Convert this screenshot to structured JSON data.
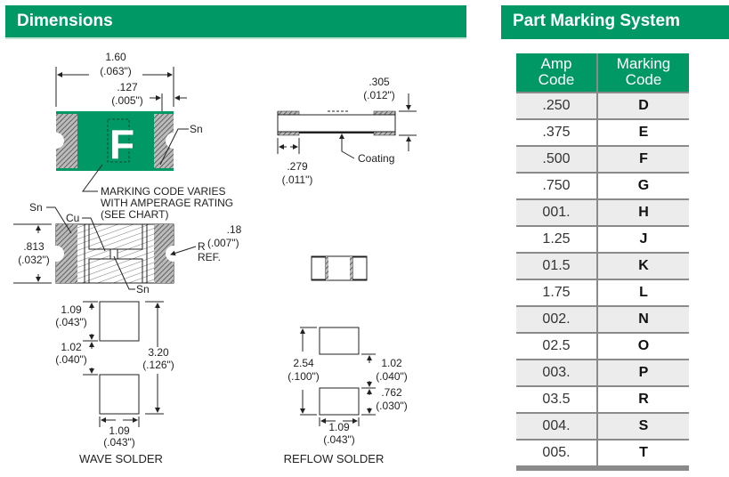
{
  "dimensions": {
    "title": "Dimensions",
    "top_view": {
      "length_mm": "1.60",
      "length_in": "(.063\")",
      "terminal_mm": ".127",
      "terminal_in": "(.005\")",
      "marking_letter": "F",
      "sn_label": "Sn",
      "note_lines": [
        "MARKING CODE VARIES",
        "WITH AMPERAGE RATING",
        "(SEE CHART)"
      ]
    },
    "side_view": {
      "thickness_mm": ".305",
      "thickness_in": "(.012\")",
      "terminal_mm": ".279",
      "terminal_in": "(.011\")",
      "coating_label": "Coating"
    },
    "cross_section": {
      "sn_label_top": "Sn",
      "cu_label": "Cu",
      "sn_label_bottom": "Sn",
      "width_mm": ".813",
      "width_in": "(.032\")",
      "radius_r": "R",
      "radius_mm": ".18",
      "radius_in": "(.007\")",
      "radius_ref": "REF."
    },
    "wave_solder": {
      "title": "WAVE SOLDER",
      "pad_h_mm": "1.09",
      "pad_h_in": "(.043\")",
      "gap_mm": "1.02",
      "gap_in": "(.040\")",
      "total_mm": "3.20",
      "total_in": "(.126\")",
      "pad_w_mm": "1.09",
      "pad_w_in": "(.043\")"
    },
    "reflow_solder": {
      "title": "REFLOW SOLDER",
      "total_mm": "2.54",
      "total_in": "(.100\")",
      "gap_mm": "1.02",
      "gap_in": "(.040\")",
      "pad_h_mm": ".762",
      "pad_h_in": "(.030\")",
      "pad_w_mm": "1.09",
      "pad_w_in": "(.043\")"
    }
  },
  "part_marking": {
    "title": "Part Marking System",
    "headers": {
      "amp_line1": "Amp",
      "amp_line2": "Code",
      "mark_line1": "Marking",
      "mark_line2": "Code"
    },
    "rows": [
      {
        "amp": ".250",
        "mark": "D"
      },
      {
        "amp": ".375",
        "mark": "E"
      },
      {
        "amp": ".500",
        "mark": "F"
      },
      {
        "amp": ".750",
        "mark": "G"
      },
      {
        "amp": "001.",
        "mark": "H"
      },
      {
        "amp": "1.25",
        "mark": "J"
      },
      {
        "amp": "01.5",
        "mark": "K"
      },
      {
        "amp": "1.75",
        "mark": "L"
      },
      {
        "amp": "002.",
        "mark": "N"
      },
      {
        "amp": "02.5",
        "mark": "O"
      },
      {
        "amp": "003.",
        "mark": "P"
      },
      {
        "amp": "03.5",
        "mark": "R"
      },
      {
        "amp": "004.",
        "mark": "S"
      },
      {
        "amp": "005.",
        "mark": "T"
      }
    ]
  },
  "colors": {
    "brand_green": "#009966",
    "row_shade": "#ececec",
    "rule_gray": "#8a8a8a"
  }
}
